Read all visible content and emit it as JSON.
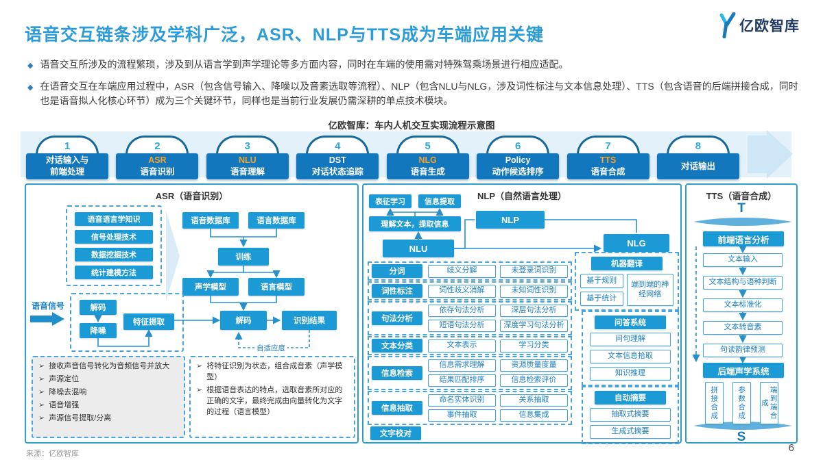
{
  "page": {
    "title": "语音交互链条涉及学科广泛，ASR、NLP与TTS成为车端应用关键",
    "logo_text": "亿欧智库",
    "source": "来源：亿欧智库",
    "page_number": "6"
  },
  "bullets": [
    "语音交互所涉及的流程繁琐，涉及到从语言学到声学理论等多方面内容，同时在车端的使用需对特殊驾乘场景进行相应适配。",
    "在语音交互在车端应用过程中，ASR（包含信号输入、降噪以及音素选取等流程）、NLP（包含NLU与NLG，涉及词性标注与文本信息处理）、TTS（包含语音的后端拼接合成，同时也是语音拟人化核心环节）成为三个关键环节，同样也是当前行业发展仍需深耕的单点技术模块。"
  ],
  "diagram": {
    "caption": "亿欧智库：车内人机交互实现流程示意图",
    "steps": [
      {
        "num": "1",
        "lines": [
          "对话输入与",
          "前端处理"
        ],
        "accent": false
      },
      {
        "num": "2",
        "lines": [
          "ASR",
          "语音识别"
        ],
        "accent": true
      },
      {
        "num": "3",
        "lines": [
          "NLU",
          "语音理解"
        ],
        "accent": true
      },
      {
        "num": "4",
        "lines": [
          "DST",
          "对话状态追踪"
        ],
        "accent": false
      },
      {
        "num": "5",
        "lines": [
          "NLG",
          "语音生成"
        ],
        "accent": true
      },
      {
        "num": "6",
        "lines": [
          "Policy",
          "动作候选排序"
        ],
        "accent": false
      },
      {
        "num": "7",
        "lines": [
          "TTS",
          "语音合成"
        ],
        "accent": true
      },
      {
        "num": "8",
        "lines": [
          "对话输出"
        ],
        "accent": false
      }
    ]
  },
  "asr": {
    "title": "ASR（语音识别）",
    "knowledge": [
      "语音语言学知识",
      "信号处理技术",
      "数据挖掘技术",
      "统计建模方法"
    ],
    "input_label": "语音信号",
    "input_chain": [
      "解码",
      "降噪",
      "特征提取"
    ],
    "db_boxes": [
      "语音数据库",
      "语言数据库"
    ],
    "train": "训练",
    "models": [
      "声学模型",
      "语言模型"
    ],
    "decode": "解码",
    "result": "识别结果",
    "feedback": "自适应度",
    "front_bullets": [
      "接收声音信号转化为音频信号并放大",
      "声源定位",
      "降噪去混响",
      "语音增强",
      "声源信号提取/分离"
    ],
    "model_bullets": [
      "将特征识别为状态，组合成音素（声学模型）",
      "根据语音表达的特点，选取音素所对应的正确的文字，最终完成由向量转化为文字的过程（语言模型）"
    ]
  },
  "nlp": {
    "title": "NLP（自然语言处理）",
    "top_boxes": [
      "表征学习",
      "信息提取"
    ],
    "understand": "理解文本，提取信息",
    "nlu": "NLU",
    "nlp": "NLP",
    "nlg": "NLG",
    "rows": [
      {
        "label": "分词",
        "items": [
          "歧义分解",
          "未登录词识别"
        ]
      },
      {
        "label": "词性标注",
        "items": [
          "词性歧义消解",
          "未知词性识别"
        ]
      },
      {
        "label": "句法分析",
        "items": [
          "依存句法分析",
          "深层句法分析",
          "短语句法分析",
          "深度学习句法分析"
        ]
      },
      {
        "label": "文本分类",
        "items": [
          "文本表示",
          "学习分类"
        ]
      },
      {
        "label": "信息检索",
        "items": [
          "信息需求理解",
          "资源质量度量",
          "结果匹配排序",
          "信息检索评价"
        ]
      },
      {
        "label": "信息抽取",
        "items": [
          "命名实体识别",
          "关系抽取",
          "事件抽取",
          "信息集成"
        ]
      },
      {
        "label": "文字校对",
        "items": []
      }
    ],
    "right_groups": [
      {
        "header": "机器翻译",
        "layout": "mt",
        "items": [
          "基于规则",
          "基于统计",
          "端到端的神经网络"
        ]
      },
      {
        "header": "问答系统",
        "layout": "stack",
        "items": [
          "问句理解",
          "文本信息拾取",
          "知识推理"
        ]
      },
      {
        "header": "自动摘要",
        "layout": "stack",
        "items": [
          "抽取式摘要",
          "生成式摘要"
        ]
      }
    ]
  },
  "tts": {
    "title": "TTS（语音合成）",
    "t_label": "T",
    "s_label": "S",
    "front_header": "前端语言分析",
    "chain": [
      "文本输入",
      "文本结构与语种判断",
      "文本标准化",
      "文本转音素",
      "句读韵律预测"
    ],
    "back_header": "后端声学系统",
    "synthesis": [
      "拼接合成",
      "参数合成",
      "端到端合成"
    ]
  },
  "colors": {
    "title_blue": "#2b9cd8",
    "solid_box_blue": "#1c9ad6",
    "step_rect_blue": "#1377bd",
    "accent_orange": "#f5a32a",
    "band_light_blue": "#e3f1fa",
    "outline_blue": "#3fa3d9",
    "logo_navy": "#203a64"
  }
}
